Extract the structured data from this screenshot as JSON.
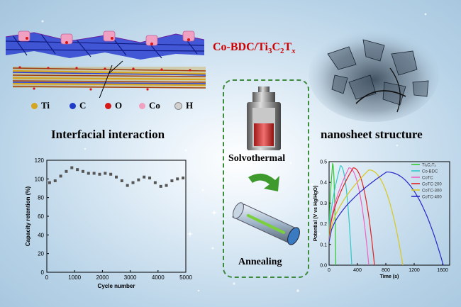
{
  "title": {
    "main": "Co-BDC/Ti",
    "sub1": "3",
    "c": "C",
    "sub2": "2",
    "t": "T",
    "subx": "x"
  },
  "labels": {
    "interfacial": "Interfacial interaction",
    "nanosheet": "nanosheet structure",
    "solvothermal": "Solvothermal",
    "annealing": "Annealing"
  },
  "legend": [
    {
      "symbol": "Ti",
      "color": "#d4a520"
    },
    {
      "symbol": "C",
      "color": "#1f3cc8"
    },
    {
      "symbol": "O",
      "color": "#d41818"
    },
    {
      "symbol": "Co",
      "color": "#f0a0c0"
    },
    {
      "symbol": "H",
      "color": "#c8c8c8"
    }
  ],
  "chart_data": [
    {
      "type": "scatter",
      "xlabel": "Cycle number",
      "ylabel": "Capacity retention (%)",
      "xlim": [
        0,
        5000
      ],
      "ylim": [
        0,
        120
      ],
      "xticks": [
        "0",
        "1000",
        "2000",
        "3000",
        "4000",
        "5000"
      ],
      "yticks": [
        "0",
        "20",
        "40",
        "60",
        "80",
        "100",
        "120"
      ],
      "x": [
        100,
        300,
        500,
        700,
        900,
        1100,
        1300,
        1500,
        1700,
        1900,
        2100,
        2300,
        2500,
        2700,
        2900,
        3100,
        3300,
        3500,
        3700,
        3900,
        4100,
        4300,
        4500,
        4700,
        4900
      ],
      "y": [
        96,
        98,
        103,
        108,
        112,
        110,
        108,
        106,
        106,
        105,
        106,
        105,
        102,
        98,
        93,
        96,
        99,
        102,
        101,
        96,
        92,
        93,
        98,
        100,
        101
      ],
      "marker_color": "#555555"
    },
    {
      "type": "line",
      "xlabel": "Time (s)",
      "ylabel": "Potential (V vs Hg/HgO)",
      "xlim": [
        0,
        1700
      ],
      "ylim": [
        0,
        0.5
      ],
      "xticks": [
        "0",
        "400",
        "800",
        "1200",
        "1600"
      ],
      "yticks": [
        "0.0",
        "0.1",
        "0.2",
        "0.3",
        "0.4",
        "0.5"
      ],
      "series": [
        {
          "name": "Ti₃C₂Tₓ",
          "color": "#32c832",
          "peak": 50,
          "end": 95,
          "vmax": 0.49
        },
        {
          "name": "Co-BDC",
          "color": "#30c8c8",
          "peak": 160,
          "end": 320,
          "vmax": 0.48
        },
        {
          "name": "CoTC",
          "color": "#f060c0",
          "peak": 280,
          "end": 560,
          "vmax": 0.47
        },
        {
          "name": "CoTC-200",
          "color": "#e02020",
          "peak": 340,
          "end": 640,
          "vmax": 0.47
        },
        {
          "name": "CoTC-300",
          "color": "#d8c820",
          "peak": 560,
          "end": 1040,
          "vmax": 0.46
        },
        {
          "name": "CoTC-400",
          "color": "#2828c8",
          "peak": 810,
          "end": 1610,
          "vmax": 0.45
        }
      ]
    }
  ]
}
